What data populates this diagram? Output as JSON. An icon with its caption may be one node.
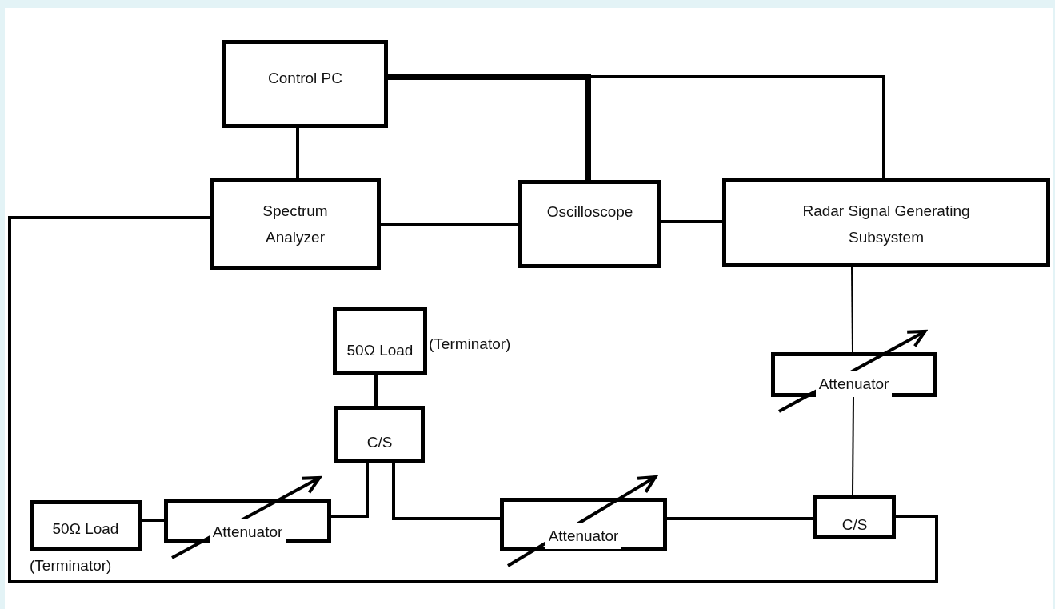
{
  "diagram": {
    "nodes": [
      {
        "text": [
          "Control PC"
        ]
      },
      {
        "text": [
          "Spectrum Analyzer"
        ]
      },
      {
        "text": [
          "Oscilloscope"
        ]
      },
      {
        "text": [
          "Radar Signal Generating Subsystem"
        ]
      },
      {
        "text": [
          "50Ω Load"
        ],
        "beside": [
          "(Terminator)"
        ]
      },
      {
        "text": [
          "C/S"
        ]
      },
      {
        "text": [
          "Attenuator"
        ]
      },
      {
        "text": [
          "50Ω Load"
        ],
        "beside": [
          "(Terminator)"
        ]
      },
      {
        "text": [
          "Attenuator"
        ]
      },
      {
        "text": [
          "Attenuator"
        ]
      },
      {
        "text": [
          "C/S"
        ]
      }
    ],
    "edges": [
      {
        "from": 0,
        "to": 1,
        "arrow": "none"
      },
      {
        "from": 0,
        "to": 2,
        "arrow": "none",
        "style": "thick"
      },
      {
        "from": 0,
        "to": 3,
        "arrow": "none"
      },
      {
        "from": 1,
        "to": 2,
        "arrow": "none"
      },
      {
        "from": 2,
        "to": 3,
        "arrow": "none"
      },
      {
        "from": 3,
        "to": 6,
        "arrow": "none"
      },
      {
        "from": 6,
        "to": 10,
        "arrow": "none"
      },
      {
        "from": 4,
        "to": 5,
        "arrow": "none"
      },
      {
        "from": 5,
        "to": 8,
        "arrow": "none"
      },
      {
        "from": 5,
        "to": 9,
        "arrow": "none"
      },
      {
        "from": 9,
        "to": 10,
        "arrow": "none"
      },
      {
        "from": 10,
        "to": 1,
        "arrow": "none"
      },
      {
        "from": 7,
        "to": 8,
        "arrow": "none"
      }
    ]
  }
}
